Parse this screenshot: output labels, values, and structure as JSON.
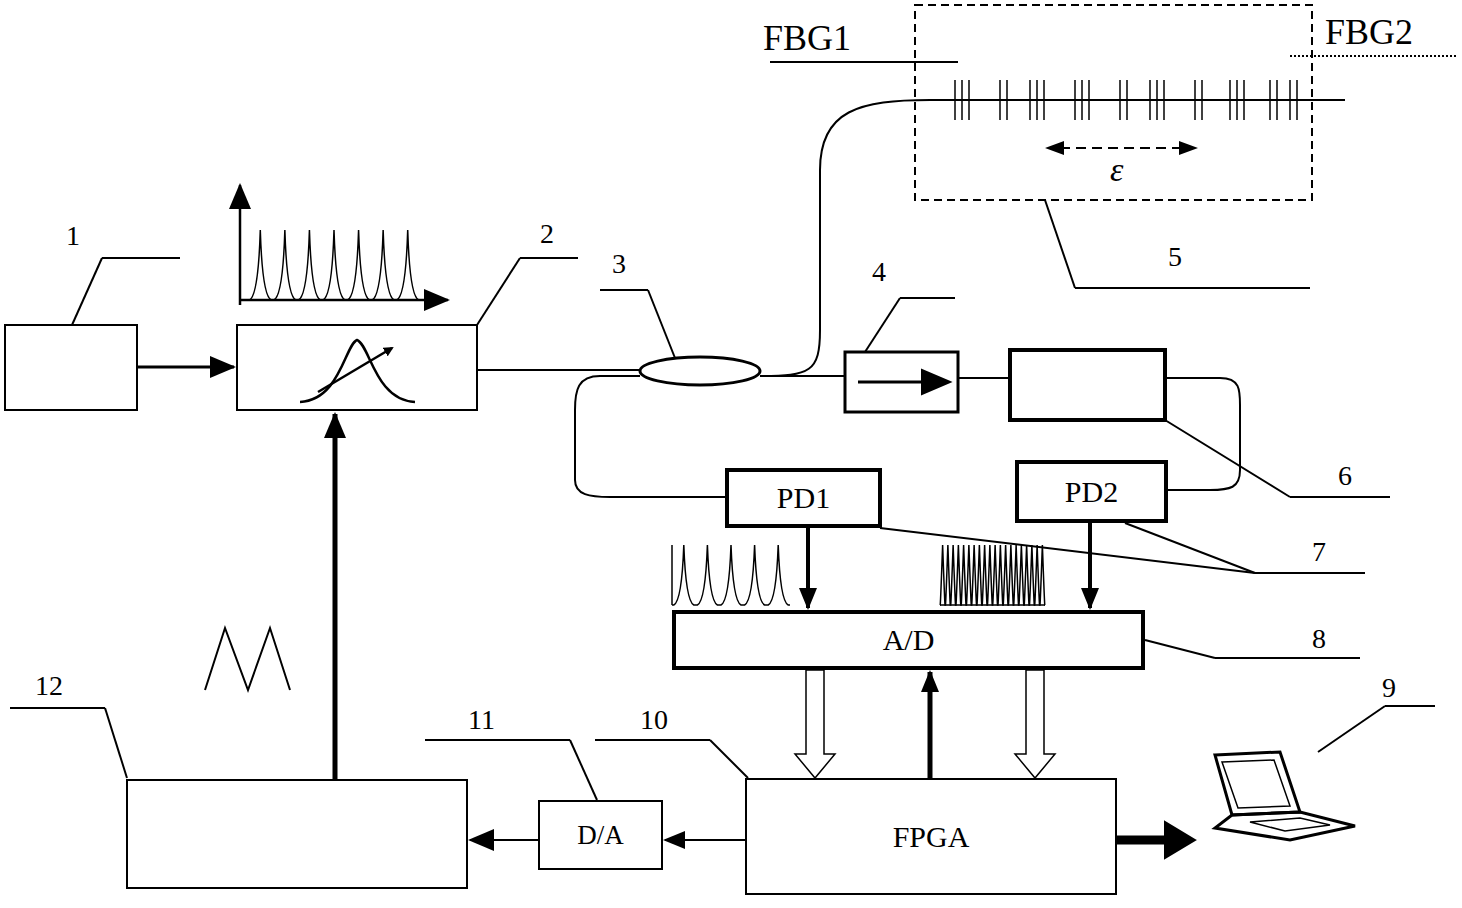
{
  "diagram": {
    "nodes": [
      {
        "text": [
          "PD1"
        ]
      },
      {
        "text": [
          "PD2"
        ]
      },
      {
        "text": [
          "A/D"
        ]
      },
      {
        "text": [
          "FPGA"
        ]
      },
      {
        "text": [
          "D/A"
        ]
      }
    ],
    "edges": [
      {
        "from": 0,
        "to": 2,
        "arrow": "to"
      },
      {
        "from": 1,
        "to": 2,
        "arrow": "to"
      },
      {
        "from": 2,
        "to": 3,
        "arrow": "to"
      },
      {
        "from": 2,
        "to": 3,
        "arrow": "to"
      },
      {
        "from": 3,
        "to": 2,
        "arrow": "to"
      },
      {
        "from": 3,
        "to": 4,
        "arrow": "to"
      }
    ],
    "labels": [
      "FBG1",
      "FBG2",
      "ε",
      "5",
      "1",
      "2",
      "3",
      "4",
      "6",
      "7",
      "8",
      "12",
      "11",
      "10",
      "9"
    ]
  }
}
